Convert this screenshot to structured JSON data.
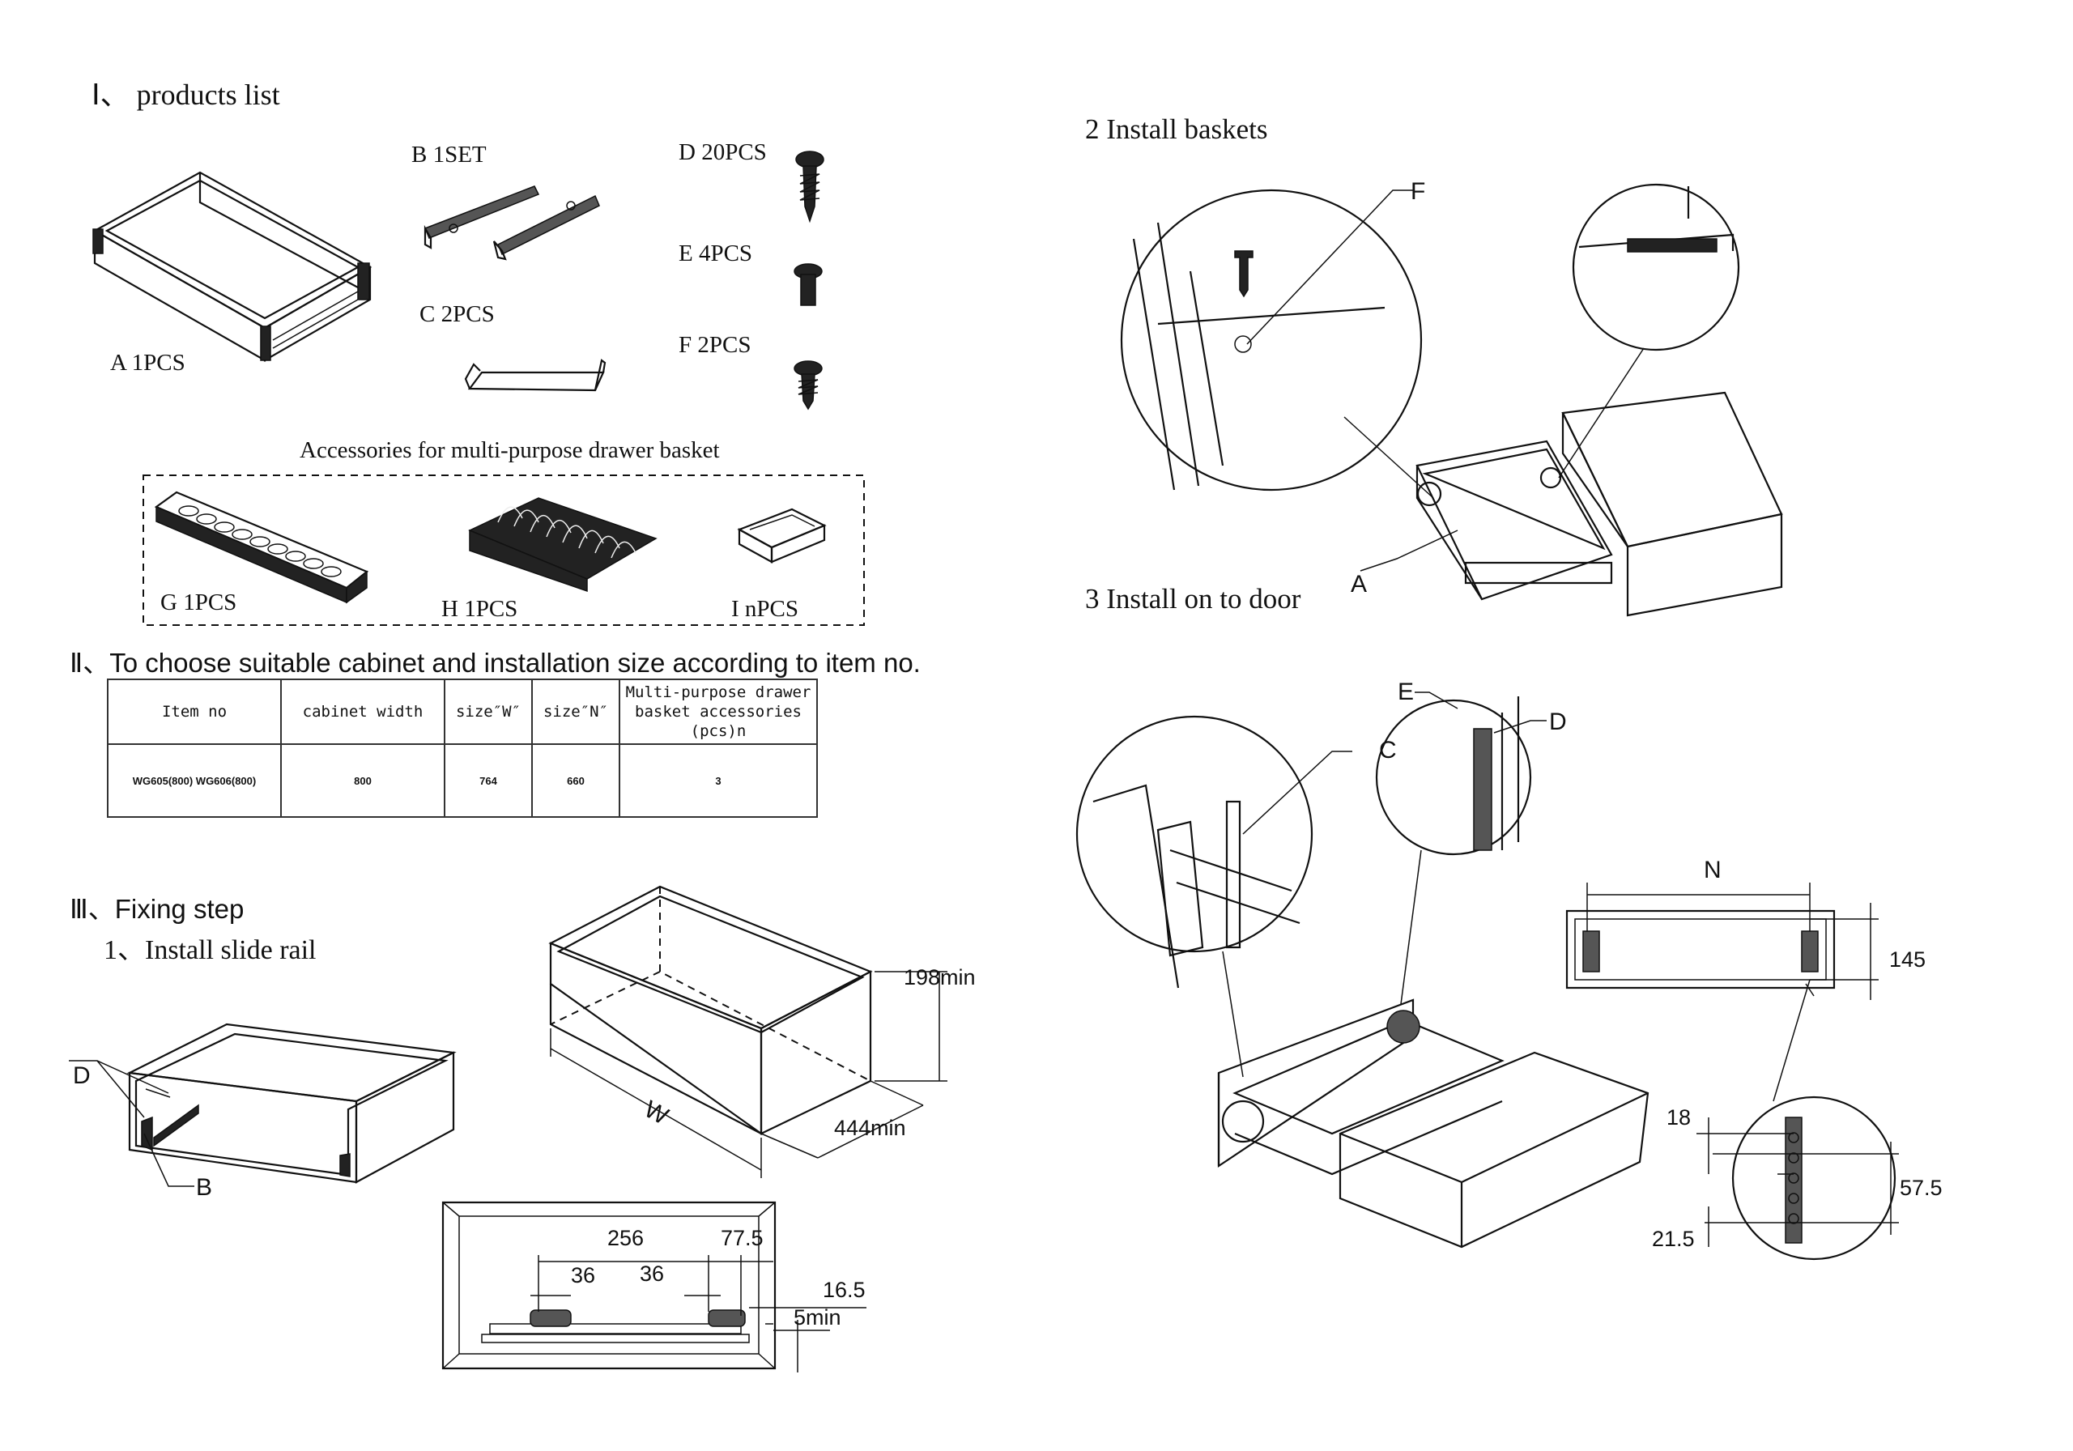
{
  "section1": {
    "heading": "Ⅰ、 products list",
    "items": {
      "A": "A 1PCS",
      "B": "B 1SET",
      "C": "C 2PCS",
      "D": "D 20PCS",
      "E": "E 4PCS",
      "F": "F 2PCS"
    },
    "accessories_title": "Accessories for multi-purpose drawer basket",
    "accessories": {
      "G": "G 1PCS",
      "H": "H 1PCS",
      "I": "I nPCS"
    }
  },
  "section2": {
    "heading": "Ⅱ、To choose suitable cabinet and installation size according to item no.",
    "table": {
      "headers": [
        "Item no",
        "cabinet width",
        "size″W″",
        "size″N″",
        "Multi-purpose drawer basket accessories (pcs)n"
      ],
      "rows": [
        [
          "WG605(800)  WG606(800)",
          "800",
          "764",
          "660",
          "3"
        ]
      ]
    }
  },
  "section3": {
    "heading": "Ⅲ、Fixing step",
    "step1": "1、Install slide rail",
    "step2": "2 Install baskets",
    "step3": "3  Install  on to door",
    "callouts": {
      "A": "A",
      "B": "B",
      "C": "C",
      "D": "D",
      "E": "E",
      "F": "F",
      "N": "N",
      "W": "W"
    },
    "dimensions": {
      "d198": "198min",
      "d444": "444min",
      "d256": "256",
      "d77_5": "77.5",
      "d36a": "36",
      "d36b": "36",
      "d16_5": "16.5",
      "d5": "5min",
      "d145": "145",
      "d18": "18",
      "d57_5": "57.5",
      "d21_5": "21.5"
    }
  }
}
